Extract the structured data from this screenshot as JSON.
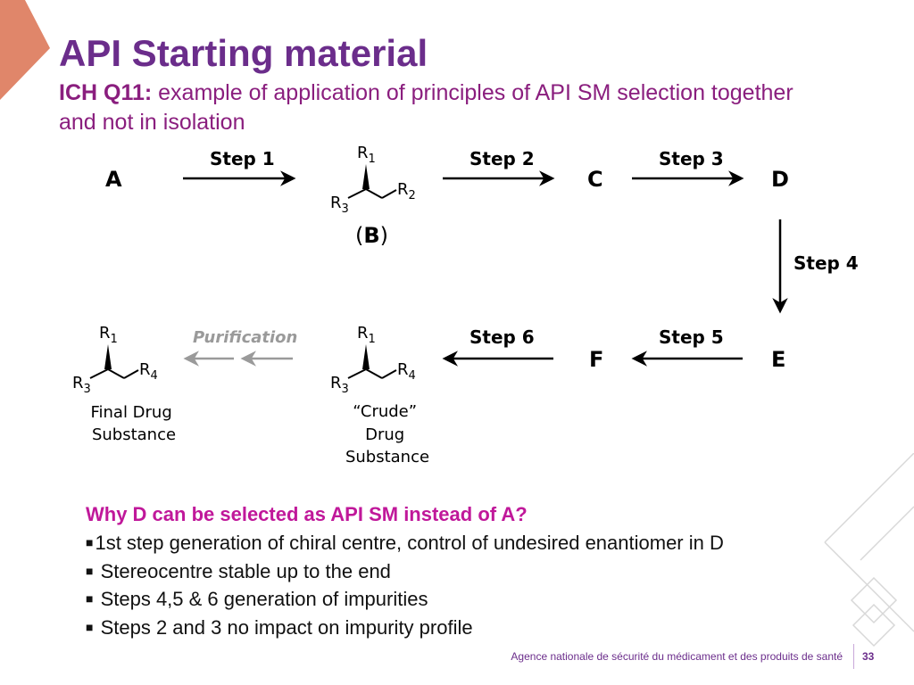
{
  "slide": {
    "title": "API Starting material",
    "subtitle_lead": "ICH Q11:",
    "subtitle_text": " example of application of principles of API SM selection together and not in isolation"
  },
  "scheme": {
    "compounds": {
      "a": "A",
      "b_label_open": "(",
      "b_label": "B",
      "b_label_close": ")",
      "c": "C",
      "d": "D",
      "e": "E",
      "f": "F"
    },
    "steps": [
      "Step 1",
      "Step 2",
      "Step 3",
      "Step 4",
      "Step 5",
      "Step 6"
    ],
    "purification": "Purification",
    "crude_caption": [
      "“Crude”",
      "Drug",
      "Substance"
    ],
    "final_caption": [
      "Final Drug",
      "Substance"
    ],
    "groups": {
      "r": "R",
      "r1_sub": "1",
      "r2_sub": "2",
      "r3_sub": "3",
      "r4_sub": "4"
    }
  },
  "question": "Why D can be selected as API SM instead of A?",
  "bullets": [
    "1st step generation of chiral centre, control of undesired enantiomer in D",
    " Stereocentre stable up to the end",
    " Steps  4,5 & 6 generation of impurities",
    " Steps 2 and 3 no impact on impurity profile"
  ],
  "bullet_marker": "■",
  "footer": {
    "agency": "Agence nationale de sécurité du médicament et des produits de santé",
    "page": "33"
  },
  "colors": {
    "title": "#6b2d8b",
    "subtitle": "#8a1e7e",
    "question": "#c0189a",
    "corner": "#e0866a",
    "purification_gray": "#9a9a9a"
  }
}
